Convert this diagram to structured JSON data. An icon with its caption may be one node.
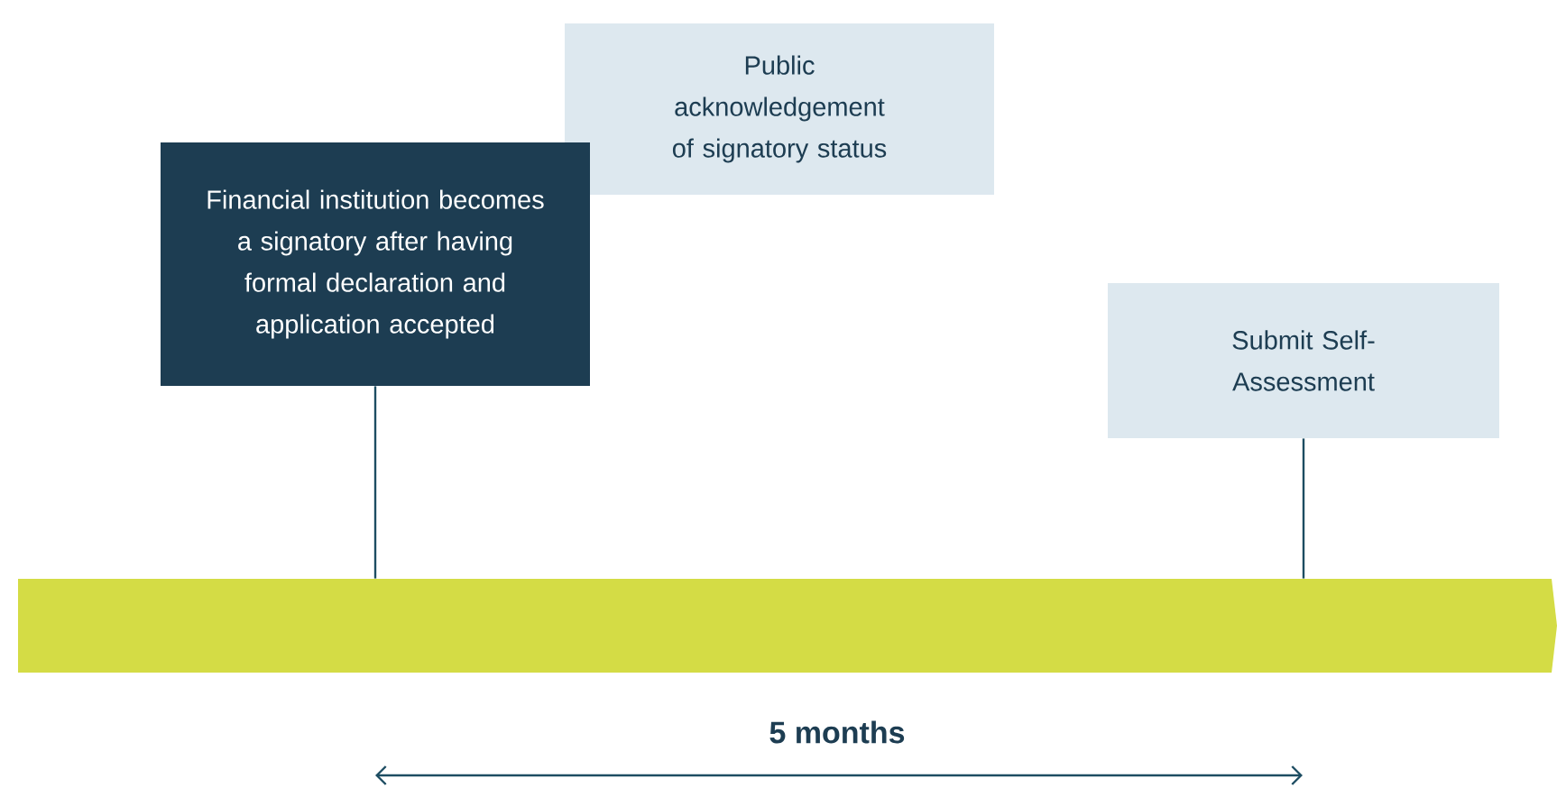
{
  "diagram": {
    "nodes": [
      {
        "text": [
          "Public acknowledgement of signatory status"
        ]
      },
      {
        "text": [
          "Financial institution becomes a signatory after having formal declaration and application accepted"
        ]
      },
      {
        "text": [
          "Submit Self-Assessment"
        ]
      },
      {
        "text": [],
        "shape": "bar"
      }
    ],
    "edges": [
      {
        "from": 1,
        "to": 3,
        "arrow": "none"
      },
      {
        "from": 2,
        "to": 3,
        "arrow": "none"
      }
    ],
    "labels": [
      "5 months"
    ]
  }
}
